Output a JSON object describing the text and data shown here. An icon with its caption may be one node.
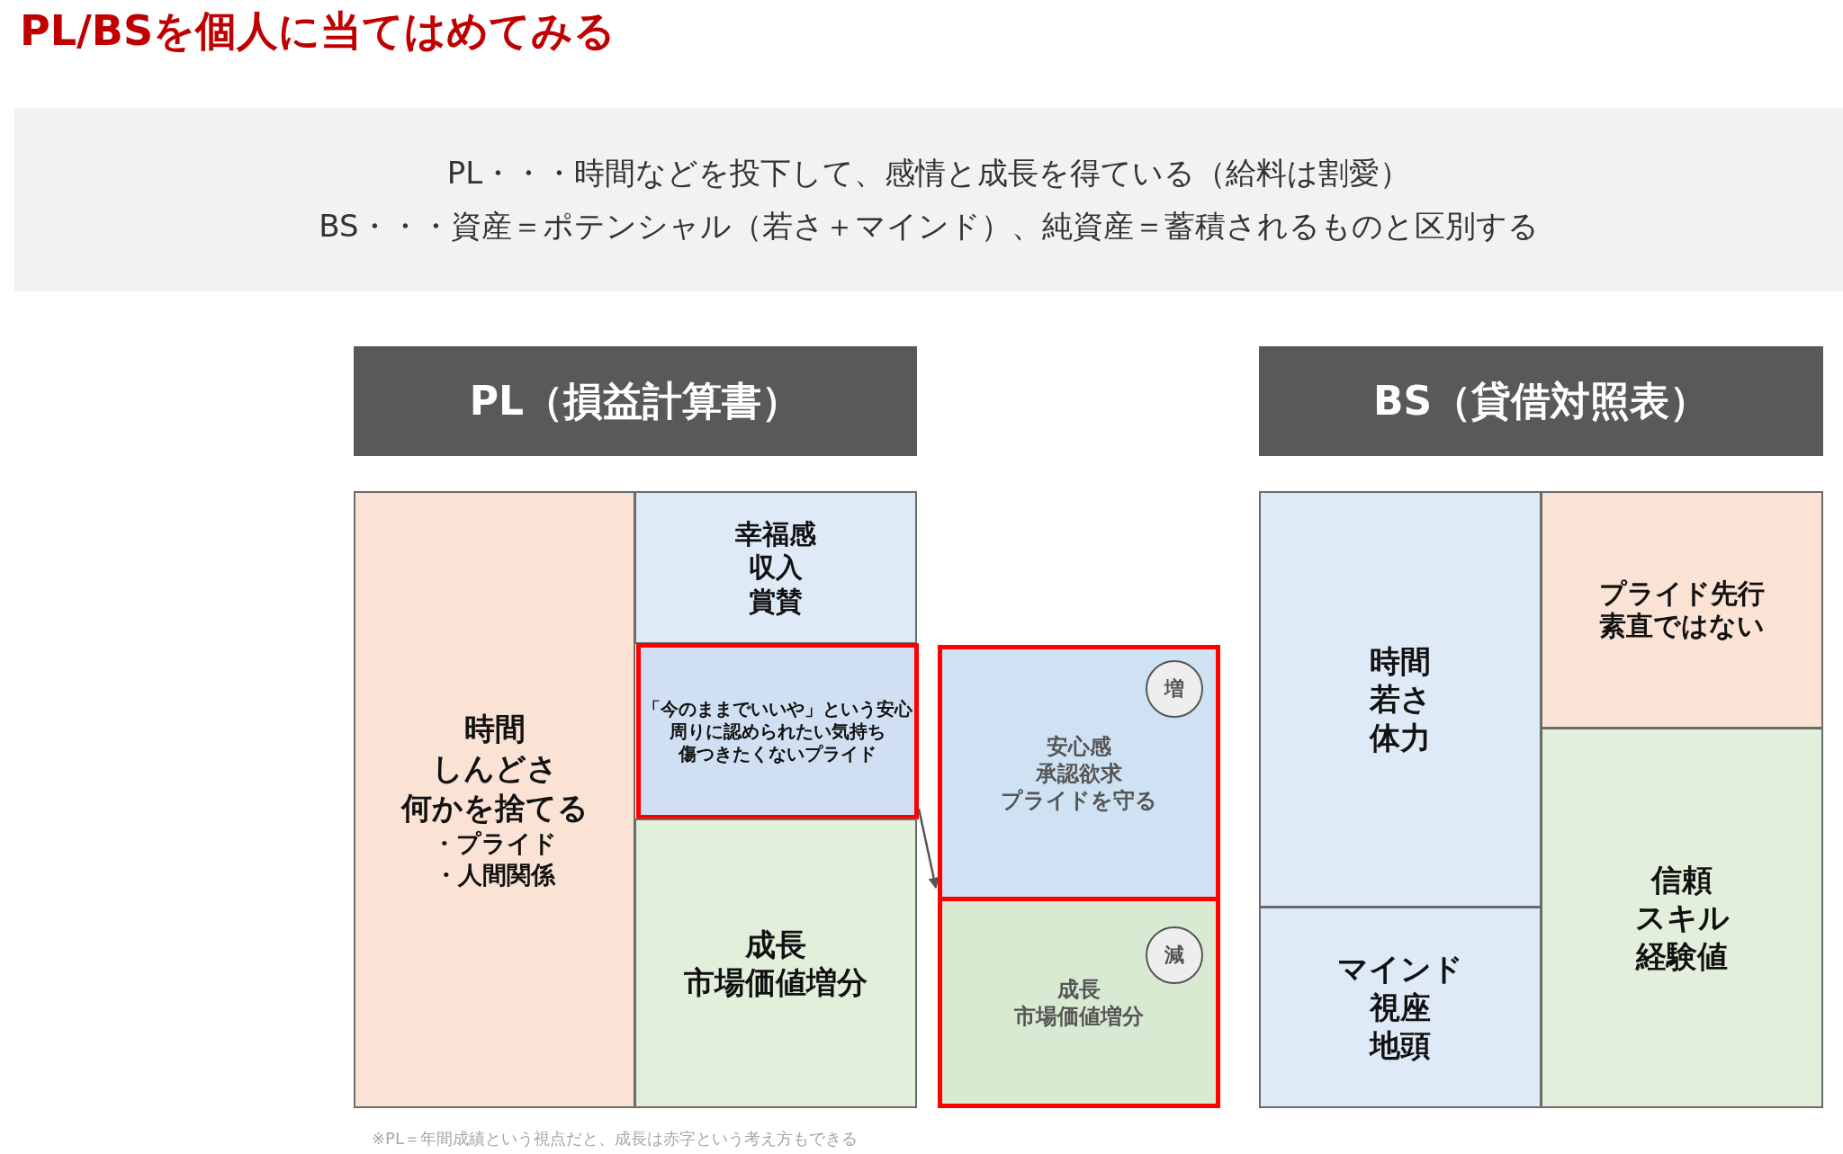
{
  "diagram": {
    "title": "PL/BSを個人に当てはめてみる",
    "nodes": [
      {
        "text": [
          "PL・・・時間などを投下して、感情と成長を得ている（給料は割愛）",
          "BS・・・資産＝ポテンシャル（若さ＋マインド）、純資産＝蓄積されるものと区別する"
        ]
      },
      {
        "text": [
          "PL（損益計算書）"
        ]
      },
      {
        "text": [
          "時間",
          "しんどさ",
          "何かを捨てる",
          "・プライド",
          "・人間関係"
        ]
      },
      {
        "text": [
          "幸福感",
          "収入",
          "賞賛"
        ]
      },
      {
        "text": [
          "「今のままでいいや」という安心",
          "周りに認められたい気持ち",
          "傷つきたくないプライド"
        ]
      },
      {
        "text": [
          "成長",
          "市場価値増分"
        ]
      },
      {
        "text": [
          "安心感",
          "承認欲求",
          "プライドを守る"
        ]
      },
      {
        "text": [
          "増"
        ],
        "in": 6
      },
      {
        "text": [
          "成長",
          "市場価値増分"
        ]
      },
      {
        "text": [
          "減"
        ],
        "in": 8
      },
      {
        "text": [
          "BS（貸借対照表）"
        ]
      },
      {
        "text": [
          "時間",
          "若さ",
          "体力"
        ]
      },
      {
        "text": [
          "マインド",
          "視座",
          "地頭"
        ]
      },
      {
        "text": [
          "プライド先行",
          "素直ではない"
        ]
      },
      {
        "text": [
          "信頼",
          "スキル",
          "経験値"
        ]
      }
    ],
    "edges": [
      {
        "from": 4,
        "to": 6,
        "arrow": "to"
      }
    ],
    "labels": [
      "※PL＝年間成績という視点だと、成長は赤字という考え方もできる"
    ]
  }
}
